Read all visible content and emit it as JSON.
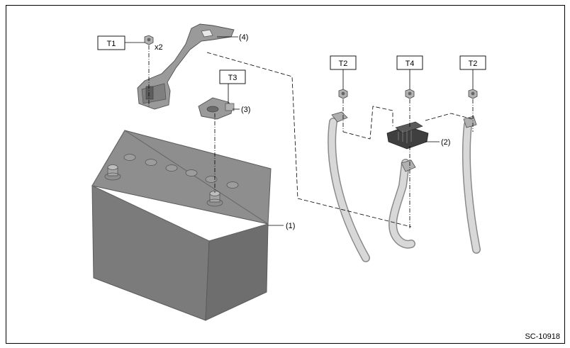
{
  "figure_id": "SC-10918",
  "torque_labels": {
    "t1": "T1",
    "t2_left": "T2",
    "t2_right": "T2",
    "t3": "T3",
    "t4": "T4"
  },
  "quantity": "x2",
  "callouts": {
    "battery": "(1)",
    "terminal_block": "(2)",
    "terminal_clamp": "(3)",
    "hold_down_bracket": "(4)"
  },
  "colors": {
    "battery_body": "#7b7b7b",
    "battery_top": "#8e8e8e",
    "cable": "#cfcfcf",
    "metal": "#9a9a9a",
    "line": "#000000"
  }
}
